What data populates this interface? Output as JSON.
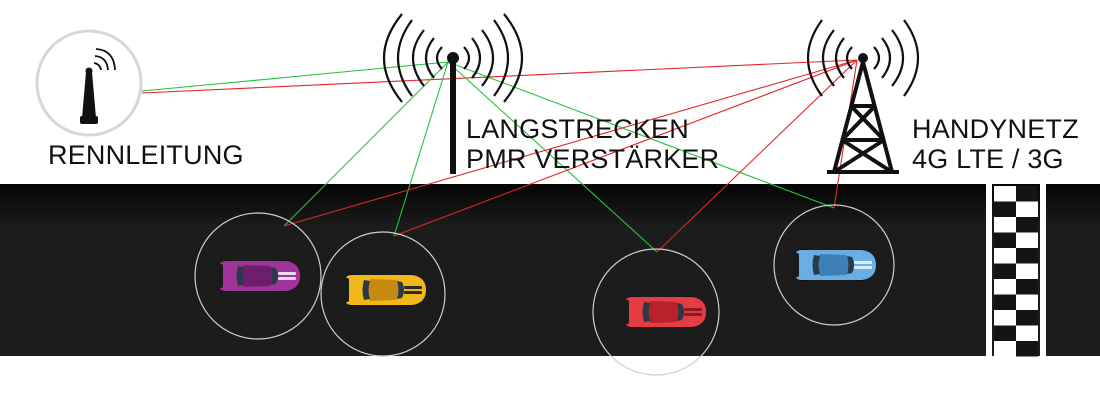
{
  "labels": {
    "race_control": "RENNLEITUNG",
    "repeater_line1": "LANGSTRECKEN",
    "repeater_line2": "PMR VERSTÄRKER",
    "cellular_line1": "HANDYNETZ",
    "cellular_line2": "4G LTE / 3G"
  },
  "colors": {
    "pmr_link": "#27c23a",
    "cellular_link": "#e02626",
    "track": "#1b1b1b",
    "text": "#111111"
  },
  "cars": [
    {
      "name": "purple",
      "body": "#a0349a",
      "roof": "#6e1f6b",
      "stripe": "#e8d9ee"
    },
    {
      "name": "yellow",
      "body": "#f0b81a",
      "roof": "#c68a10",
      "stripe": "#2a2a2a"
    },
    {
      "name": "red",
      "body": "#e43d45",
      "roof": "#b8222b",
      "stripe": "#8c1a20"
    },
    {
      "name": "blue",
      "body": "#6aaee4",
      "roof": "#3f7fb8",
      "stripe": "#d9ecfa"
    }
  ],
  "icons": {
    "race_control": "antenna-mast-icon",
    "repeater": "radio-tower-icon",
    "cellular": "cell-tower-icon",
    "finish": "checkered-flag-icon"
  }
}
